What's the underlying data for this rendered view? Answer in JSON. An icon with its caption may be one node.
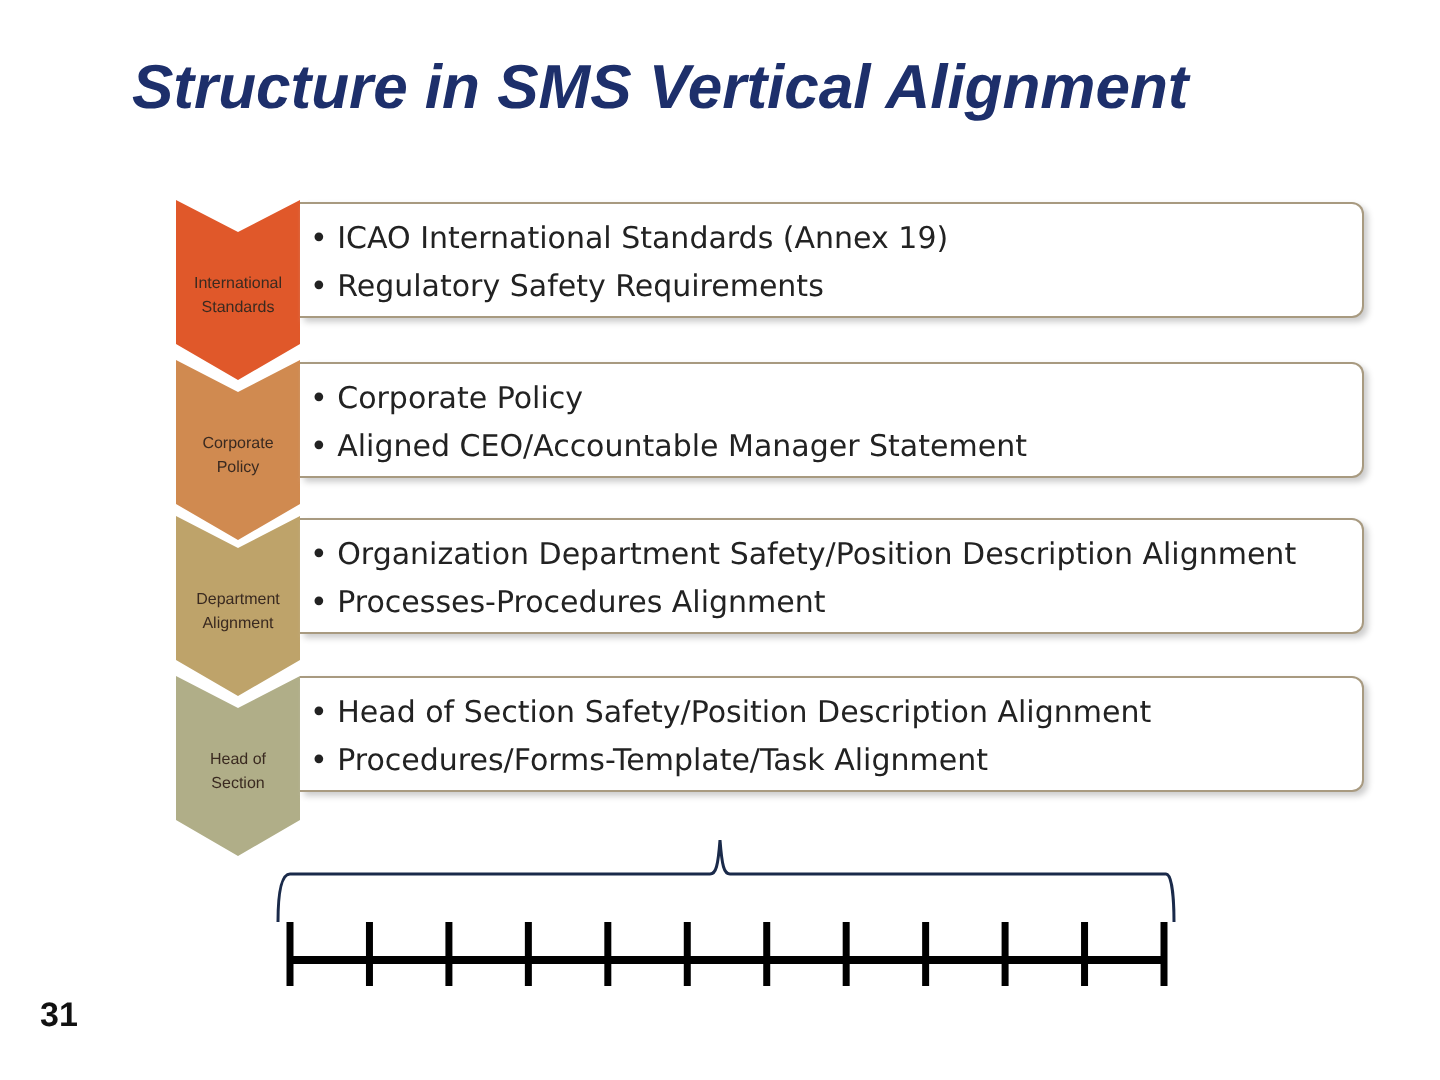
{
  "diagram": {
    "title": "Structure in SMS Vertical Alignment",
    "nodes": [
      {
        "text": [
          "International Standards"
        ]
      },
      {
        "text": [
          "• ICAO International Standards (Annex 19)",
          "• Regulatory Safety Requirements"
        ]
      },
      {
        "text": [
          "Corporate Policy"
        ]
      },
      {
        "text": [
          "• Corporate Policy",
          "• Aligned CEO/Accountable Manager Statement"
        ]
      },
      {
        "text": [
          "Department Alignment"
        ]
      },
      {
        "text": [
          "• Organization Department Safety/Position Description Alignment",
          "• Processes-Procedures Alignment"
        ]
      },
      {
        "text": [
          "Head of Section"
        ]
      },
      {
        "text": [
          "• Head of Section Safety/Position Description Alignment",
          "• Procedures/Forms-Template/Task Alignment"
        ]
      }
    ],
    "labels": [
      "31"
    ]
  }
}
